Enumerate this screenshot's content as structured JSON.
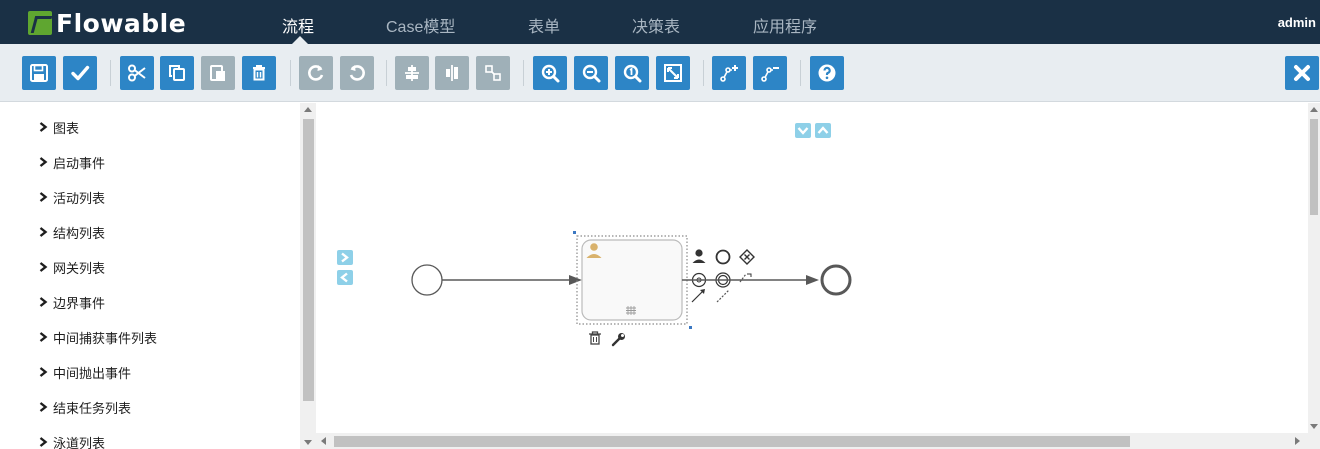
{
  "header": {
    "logo_text": "Flowable",
    "nav": [
      {
        "label": "流程",
        "active": true
      },
      {
        "label": "Case模型",
        "active": false
      },
      {
        "label": "表单",
        "active": false
      },
      {
        "label": "决策表",
        "active": false
      },
      {
        "label": "应用程序",
        "active": false
      }
    ],
    "user": "admin"
  },
  "toolbar": {
    "buttons": [
      {
        "name": "save-button",
        "icon": "save-icon",
        "enabled": true
      },
      {
        "name": "validate-button",
        "icon": "check-icon",
        "enabled": true
      },
      {
        "name": "cut-button",
        "icon": "scissors-icon",
        "enabled": true
      },
      {
        "name": "copy-button",
        "icon": "copy-icon",
        "enabled": true
      },
      {
        "name": "paste-button",
        "icon": "paste-icon",
        "enabled": false
      },
      {
        "name": "delete-button",
        "icon": "trash-icon",
        "enabled": true
      },
      {
        "name": "redo-button",
        "icon": "redo-icon",
        "enabled": false
      },
      {
        "name": "undo-button",
        "icon": "undo-icon",
        "enabled": false
      },
      {
        "name": "align-vertical-button",
        "icon": "align-vertical-icon",
        "enabled": false
      },
      {
        "name": "align-horizontal-button",
        "icon": "align-horizontal-icon",
        "enabled": false
      },
      {
        "name": "same-size-button",
        "icon": "same-size-icon",
        "enabled": false
      },
      {
        "name": "zoom-in-button",
        "icon": "zoom-in-icon",
        "enabled": true
      },
      {
        "name": "zoom-out-button",
        "icon": "zoom-out-icon",
        "enabled": true
      },
      {
        "name": "zoom-actual-button",
        "icon": "zoom-actual-icon",
        "enabled": true
      },
      {
        "name": "zoom-fit-button",
        "icon": "zoom-fit-icon",
        "enabled": true
      },
      {
        "name": "add-bendpoint-button",
        "icon": "add-bendpoint-icon",
        "enabled": true
      },
      {
        "name": "remove-bendpoint-button",
        "icon": "remove-bendpoint-icon",
        "enabled": true
      },
      {
        "name": "help-button",
        "icon": "help-icon",
        "enabled": true
      },
      {
        "name": "close-button",
        "icon": "close-icon",
        "enabled": true
      }
    ]
  },
  "palette": {
    "items": [
      {
        "label": "图表"
      },
      {
        "label": "启动事件"
      },
      {
        "label": "活动列表"
      },
      {
        "label": "结构列表"
      },
      {
        "label": "网关列表"
      },
      {
        "label": "边界事件"
      },
      {
        "label": "中间捕获事件列表"
      },
      {
        "label": "中间抛出事件"
      },
      {
        "label": "结束任务列表"
      },
      {
        "label": "泳道列表"
      }
    ]
  },
  "colors": {
    "header_bg": "#1a3045",
    "toolbar_bg": "#e8edf1",
    "button_enabled": "#2d85c6",
    "button_disabled": "#9fb0b8",
    "accent_green": "#5fa630",
    "shape_stroke": "#585858"
  }
}
